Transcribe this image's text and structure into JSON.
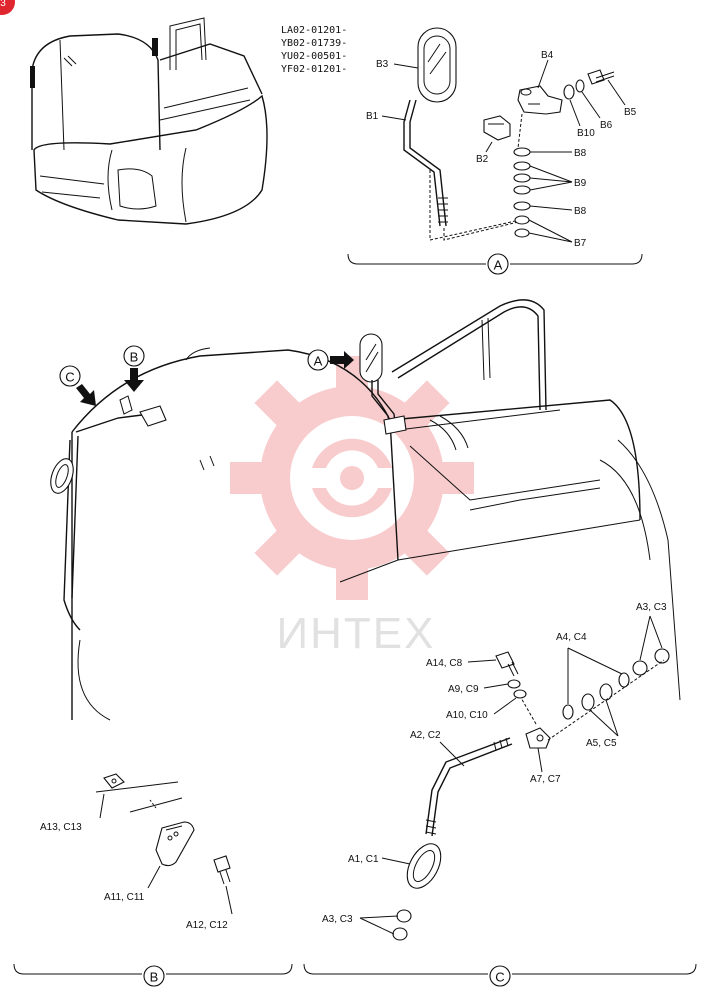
{
  "page_badge": "3",
  "serial_numbers": [
    "LA02-01201-",
    "YB02-01739-",
    "YU02-00501-",
    "YF02-01201-"
  ],
  "watermark_text": "ИНТЕХ",
  "view_markers": {
    "A": "A",
    "B": "B",
    "C": "C"
  },
  "labels_A": {
    "B1": "B1",
    "B2": "B2",
    "B3": "B3",
    "B4": "B4",
    "B5": "B5",
    "B6": "B6",
    "B7": "B7",
    "B8_top": "B8",
    "B8_bottom": "B8",
    "B9": "B9",
    "B10": "B10"
  },
  "labels_B": {
    "A11": "A11, C11",
    "A12": "A12, C12",
    "A13": "A13, C13"
  },
  "labels_C": {
    "A1": "A1, C1",
    "A2": "A2, C2",
    "A3_top": "A3, C3",
    "A3_bottom": "A3, C3",
    "A4": "A4, C4",
    "A5": "A5, C5",
    "A7": "A7, C7",
    "A9": "A9, C9",
    "A10": "A10, C10",
    "A14": "A14, C8"
  },
  "colors": {
    "line": "#111111",
    "badge": "#e0262f",
    "watermark": "#f4a3a6"
  }
}
